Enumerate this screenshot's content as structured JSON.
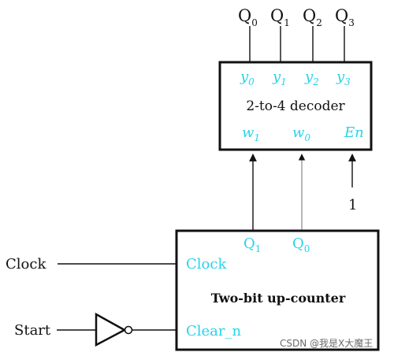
{
  "decoder": {
    "title": "2-to-4 decoder",
    "outputs": [
      {
        "base": "y",
        "sub": "0"
      },
      {
        "base": "y",
        "sub": "1"
      },
      {
        "base": "y",
        "sub": "2"
      },
      {
        "base": "y",
        "sub": "3"
      }
    ],
    "inputs": [
      {
        "base": "w",
        "sub": "1"
      },
      {
        "base": "w",
        "sub": "0"
      },
      {
        "base": "En",
        "sub": ""
      }
    ],
    "enable_value": "1"
  },
  "outputs": [
    {
      "base": "Q",
      "sub": "0"
    },
    {
      "base": "Q",
      "sub": "1"
    },
    {
      "base": "Q",
      "sub": "2"
    },
    {
      "base": "Q",
      "sub": "3"
    }
  ],
  "counter": {
    "title": "Two-bit up-counter",
    "outputs": [
      {
        "base": "Q",
        "sub": "1"
      },
      {
        "base": "Q",
        "sub": "0"
      }
    ],
    "clock_port": "Clock",
    "clear_port": "Clear_n"
  },
  "signals": {
    "clock": "Clock",
    "start": "Start"
  },
  "colors": {
    "port_label": "#27d3ea",
    "line": "#111111"
  },
  "watermark": "CSDN @我是X大魔王"
}
